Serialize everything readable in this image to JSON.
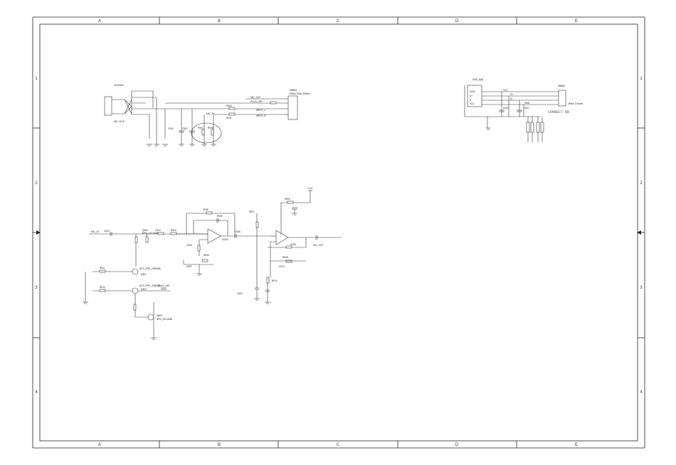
{
  "border": {
    "columns": [
      "A",
      "B",
      "C",
      "D",
      "E"
    ],
    "rows": [
      "1",
      "2",
      "3",
      "4"
    ]
  },
  "headphone_block": {
    "jack_ref": "JACK500",
    "jack_value": "MIC JACK",
    "connector_ref": "MB500",
    "connector_value": "5Pitch Short 325mm",
    "labels": [
      "MIC_OUT",
      "PLUG_DET",
      "MIC_IN",
      "INPUT_L",
      "INPUT_R"
    ],
    "caps": [
      "C500",
      "C501"
    ],
    "resistors": [
      "R500",
      "R501",
      "R502",
      "R503"
    ]
  },
  "usb_block": {
    "connector_ref": "USB_A(M)",
    "pins": [
      "GND",
      "D+",
      "D-",
      "VCC"
    ],
    "header_ref": "MB600",
    "header_value": "4Pitch 2.54mm",
    "connect_label": "CONNECT RB",
    "nets": [
      "VCC",
      "D+",
      "D-",
      "GND"
    ],
    "caps": [
      "C600",
      "C601"
    ]
  },
  "amp_block": {
    "input_net": "MIC_IN",
    "output_net": "MIC_OUT",
    "opamps": [
      "IC500",
      "IC501"
    ],
    "transistors": [
      "Q500",
      "Q501",
      "Q502",
      "Q503"
    ],
    "transistor_values": [
      "NPN_2SC2458",
      "NCP_PNP_2SB1580",
      "NPN_2SC2458"
    ],
    "caps": [
      "C503",
      "C504",
      "C505",
      "C506",
      "C507",
      "C508",
      "C509",
      "C510"
    ],
    "resistors": [
      "R504",
      "R505",
      "R506",
      "R507",
      "R508",
      "R509",
      "R510",
      "R511",
      "R512"
    ],
    "plug_net": "PLUG_DET",
    "supply_net": "+12V"
  }
}
